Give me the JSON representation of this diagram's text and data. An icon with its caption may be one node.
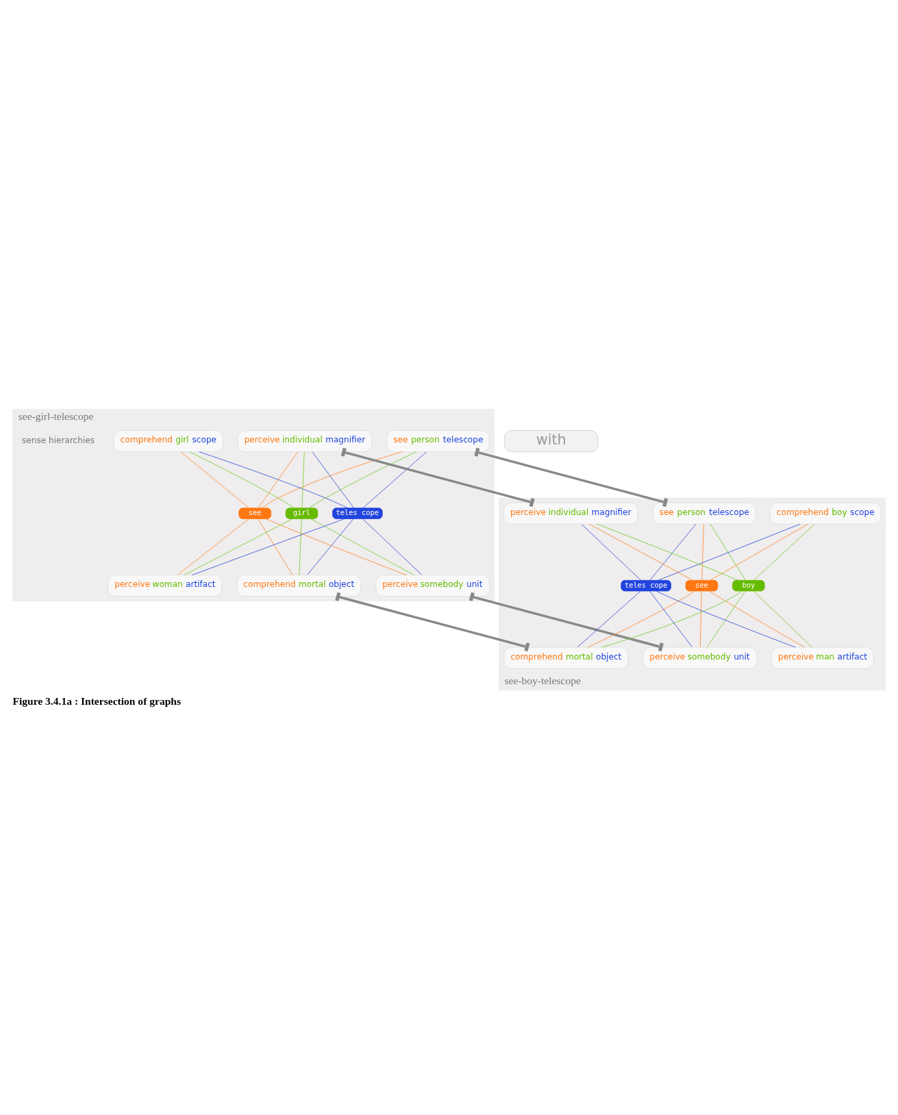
{
  "diagram": {
    "caption": "Figure 3.4.1a : Intersection of graphs",
    "nodes": [
      {
        "text": [
          "see-girl-telescope"
        ]
      },
      {
        "text": [
          "see person telescope"
        ],
        "in": 0
      },
      {
        "text": [
          "comprehend girl scope"
        ],
        "in": 0
      },
      {
        "text": [
          "perceive individual magnifier"
        ],
        "in": 0
      },
      {
        "text": [
          "see"
        ],
        "in": 0
      },
      {
        "text": [
          "girl"
        ],
        "in": 0
      },
      {
        "text": [
          "teles cope"
        ],
        "in": 0
      },
      {
        "text": [
          "perceive woman artifact"
        ],
        "in": 0
      },
      {
        "text": [
          "perceive somebody unit"
        ],
        "in": 0
      },
      {
        "text": [
          "comprehend mortal object"
        ],
        "in": 0
      },
      {
        "text": [
          "with"
        ]
      },
      {
        "text": [
          "see-boy-telescope"
        ]
      },
      {
        "text": [
          "see person telescope"
        ],
        "in": 11
      },
      {
        "text": [
          "comprehend boy scope"
        ],
        "in": 11
      },
      {
        "text": [
          "perceive individual magnifier"
        ],
        "in": 11
      },
      {
        "text": [
          "see"
        ],
        "in": 11
      },
      {
        "text": [
          "boy"
        ],
        "in": 11
      },
      {
        "text": [
          "teles cope"
        ],
        "in": 11
      },
      {
        "text": [
          "perceive man artifact"
        ],
        "in": 11
      },
      {
        "text": [
          "perceive somebody unit"
        ],
        "in": 11
      },
      {
        "text": [
          "comprehend mortal object"
        ],
        "in": 11
      }
    ],
    "edges": [
      {
        "from": 1,
        "to": 4,
        "arrow": "none",
        "color": "#ff8a33"
      },
      {
        "from": 1,
        "to": 5,
        "arrow": "none",
        "color": "#77cc33"
      },
      {
        "from": 1,
        "to": 6,
        "arrow": "none",
        "color": "#3355dd"
      },
      {
        "from": 2,
        "to": 4,
        "arrow": "none",
        "color": "#ff8a33"
      },
      {
        "from": 2,
        "to": 5,
        "arrow": "none",
        "color": "#77cc33"
      },
      {
        "from": 2,
        "to": 6,
        "arrow": "none",
        "color": "#3355dd"
      },
      {
        "from": 3,
        "to": 4,
        "arrow": "none",
        "color": "#ff8a33"
      },
      {
        "from": 3,
        "to": 5,
        "arrow": "none",
        "color": "#77cc33"
      },
      {
        "from": 3,
        "to": 6,
        "arrow": "none",
        "color": "#3355dd"
      },
      {
        "from": 4,
        "to": 7,
        "arrow": "none",
        "color": "#ff8a33"
      },
      {
        "from": 4,
        "to": 8,
        "arrow": "none",
        "color": "#ff8a33"
      },
      {
        "from": 4,
        "to": 9,
        "arrow": "none",
        "color": "#ff8a33"
      },
      {
        "from": 5,
        "to": 7,
        "arrow": "none",
        "color": "#77cc33"
      },
      {
        "from": 5,
        "to": 8,
        "arrow": "none",
        "color": "#77cc33"
      },
      {
        "from": 5,
        "to": 9,
        "arrow": "none",
        "color": "#77cc33"
      },
      {
        "from": 6,
        "to": 7,
        "arrow": "none",
        "color": "#3355dd"
      },
      {
        "from": 6,
        "to": 8,
        "arrow": "none",
        "color": "#3355dd"
      },
      {
        "from": 6,
        "to": 9,
        "arrow": "none",
        "color": "#3355dd"
      },
      {
        "from": 12,
        "to": 15,
        "arrow": "none",
        "color": "#ff8a33"
      },
      {
        "from": 12,
        "to": 16,
        "arrow": "none",
        "color": "#77cc33"
      },
      {
        "from": 12,
        "to": 17,
        "arrow": "none",
        "color": "#3355dd"
      },
      {
        "from": 13,
        "to": 15,
        "arrow": "none",
        "color": "#ff8a33"
      },
      {
        "from": 13,
        "to": 16,
        "arrow": "none",
        "color": "#77cc33"
      },
      {
        "from": 13,
        "to": 17,
        "arrow": "none",
        "color": "#3355dd"
      },
      {
        "from": 14,
        "to": 15,
        "arrow": "none",
        "color": "#ff8a33"
      },
      {
        "from": 14,
        "to": 16,
        "arrow": "none",
        "color": "#77cc33"
      },
      {
        "from": 14,
        "to": 17,
        "arrow": "none",
        "color": "#3355dd"
      },
      {
        "from": 15,
        "to": 18,
        "arrow": "none",
        "color": "#ff8a33"
      },
      {
        "from": 15,
        "to": 19,
        "arrow": "none",
        "color": "#ff8a33"
      },
      {
        "from": 15,
        "to": 20,
        "arrow": "none",
        "color": "#ff8a33"
      },
      {
        "from": 16,
        "to": 18,
        "arrow": "none",
        "color": "#77cc33"
      },
      {
        "from": 16,
        "to": 19,
        "arrow": "none",
        "color": "#77cc33"
      },
      {
        "from": 16,
        "to": 20,
        "arrow": "none",
        "color": "#77cc33"
      },
      {
        "from": 17,
        "to": 18,
        "arrow": "none",
        "color": "#3355dd"
      },
      {
        "from": 17,
        "to": 19,
        "arrow": "none",
        "color": "#3355dd"
      },
      {
        "from": 17,
        "to": 20,
        "arrow": "none",
        "color": "#3355dd"
      },
      {
        "from": 1,
        "to": 12,
        "arrow": "other",
        "style": "thick",
        "color": "#888888"
      },
      {
        "from": 3,
        "to": 14,
        "arrow": "other",
        "style": "thick",
        "color": "#888888"
      },
      {
        "from": 8,
        "to": 19,
        "arrow": "other",
        "style": "thick",
        "color": "#888888"
      },
      {
        "from": 9,
        "to": 20,
        "arrow": "other",
        "style": "thick",
        "color": "#888888"
      }
    ],
    "labels": [
      "sense hierarchies"
    ]
  }
}
